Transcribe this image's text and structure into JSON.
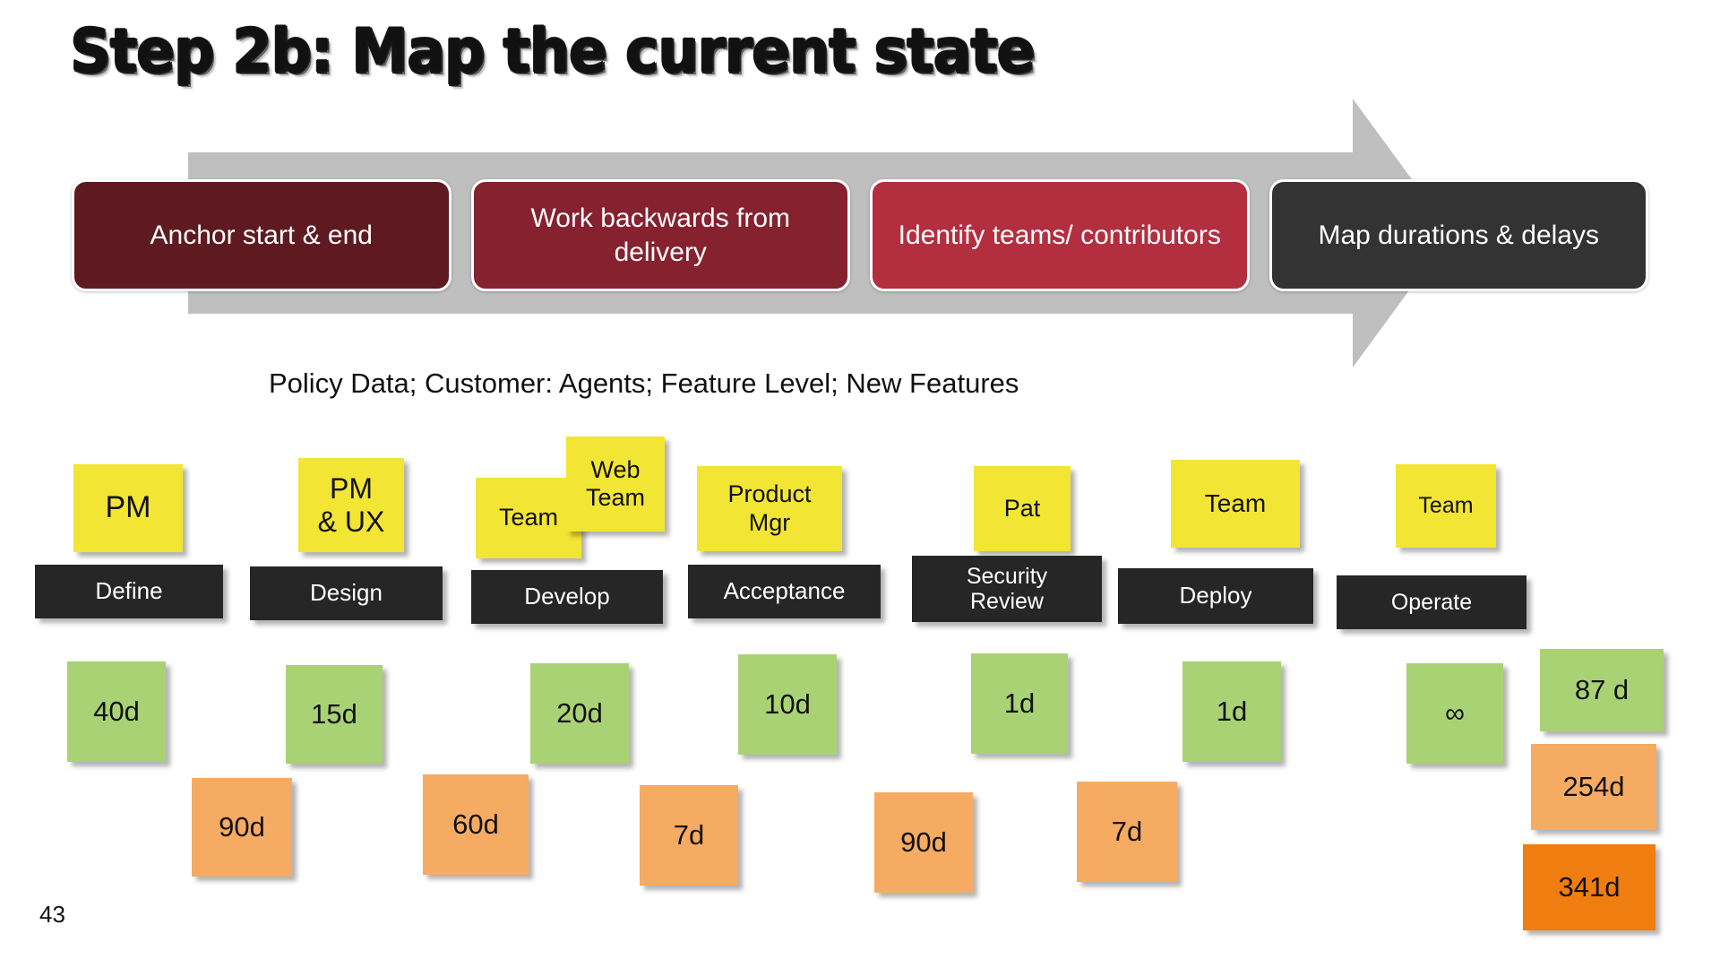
{
  "slide": {
    "title": "Step 2b: Map the current state",
    "subtitle": "Policy Data; Customer: Agents; Feature Level; New Features",
    "page_number": "43",
    "background_color": "#ffffff"
  },
  "process_arrow": {
    "arrow_color": "#bfbfbf",
    "steps": [
      {
        "label": "Anchor start & end",
        "color": "#5e1a20"
      },
      {
        "label": "Work backwards from delivery",
        "color": "#86212f"
      },
      {
        "label": "Identify teams/\ncontributors",
        "color": "#b32e3f"
      },
      {
        "label": "Map durations & delays",
        "color": "#333333"
      }
    ]
  },
  "value_stream": {
    "colors": {
      "owner_note": "#f2e534",
      "process_time_note": "#a9d275",
      "delay_note": "#f5ab62",
      "total_lead_time_note": "#ef7d10",
      "stage_bar": "#262626"
    },
    "stages": [
      {
        "name": "Define",
        "owners": [
          {
            "label": "PM",
            "font_size": 34
          }
        ],
        "process_time": "40d",
        "delay": null
      },
      {
        "name": "Design",
        "owners": [
          {
            "label": "PM\n& UX",
            "font_size": 32
          }
        ],
        "process_time": "15d",
        "delay": "90d"
      },
      {
        "name": "Develop",
        "owners": [
          {
            "label": "Team",
            "font_size": 27
          },
          {
            "label": "Web\nTeam",
            "font_size": 27
          }
        ],
        "process_time": "20d",
        "delay": "60d"
      },
      {
        "name": "Acceptance",
        "owners": [
          {
            "label": "Product\nMgr",
            "font_size": 27
          }
        ],
        "process_time": "10d",
        "delay": "7d"
      },
      {
        "name": "Security\nReview",
        "owners": [
          {
            "label": "Pat",
            "font_size": 27
          }
        ],
        "process_time": "1d",
        "delay": "90d"
      },
      {
        "name": "Deploy",
        "owners": [
          {
            "label": "Team",
            "font_size": 28
          }
        ],
        "process_time": "1d",
        "delay": "7d"
      },
      {
        "name": "Operate",
        "owners": [
          {
            "label": "Team",
            "font_size": 25
          }
        ],
        "process_time": "∞",
        "delay": null
      }
    ],
    "totals": {
      "process_time_total": "87 d",
      "delay_total": "254d",
      "lead_time_total": "341d"
    }
  }
}
